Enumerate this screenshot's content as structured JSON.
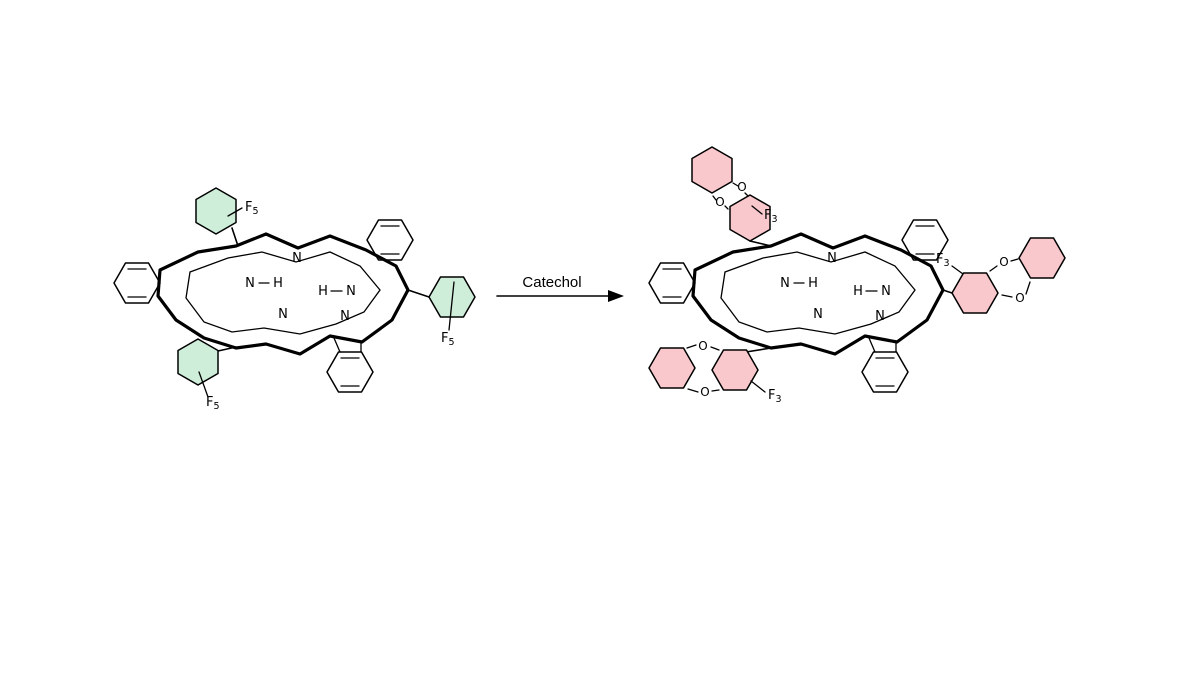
{
  "reaction": {
    "arrow_label": "Catechol"
  },
  "colors": {
    "highlight_green": "#cfeeda",
    "highlight_pink": "#f9c8cc",
    "bond": "#000000",
    "background": "#ffffff"
  },
  "left_molecule": {
    "substituent_symbol": "F",
    "substituent_subscript": "5",
    "nitrogen": "N",
    "hydrogen": "H"
  },
  "right_molecule": {
    "substituent_symbol": "F",
    "substituent_subscript": "3",
    "oxygen": "O",
    "nitrogen": "N",
    "hydrogen": "H"
  }
}
